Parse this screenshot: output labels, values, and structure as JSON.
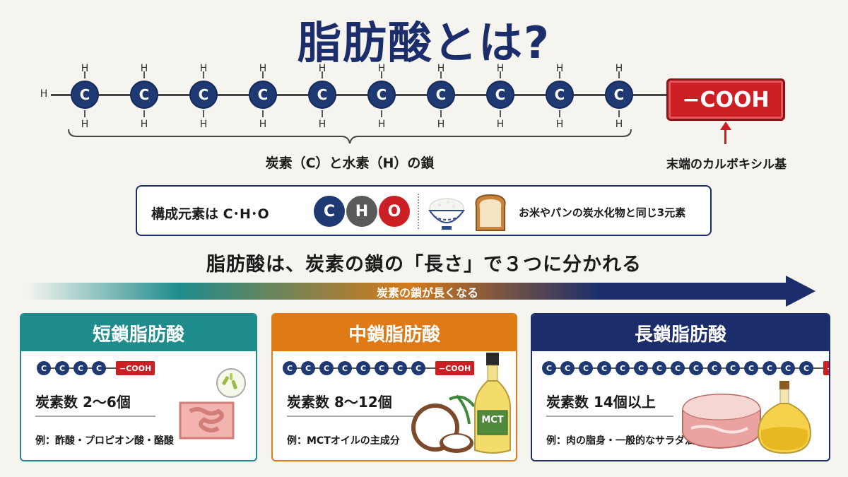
{
  "title": "脂肪酸とは?",
  "molecule": {
    "atom_label": "C",
    "hydrogen_label": "H",
    "carbon_count": 10,
    "terminal_group": "−COOH",
    "terminal_caption": "末端のカルボキシル基",
    "chain_caption": "炭素（C）と水素（H）の鎖"
  },
  "elements": {
    "label": "構成元素は C･H･O",
    "items": [
      {
        "symbol": "C",
        "color": "#1f3a73"
      },
      {
        "symbol": "H",
        "color": "#5a5a5a"
      },
      {
        "symbol": "O",
        "color": "#cc1f24"
      }
    ],
    "note": "お米やパンの炭水化物と同じ3元素"
  },
  "subheading": "脂肪酸は、炭素の鎖の「長さ」で３つに分かれる",
  "arrow_label": "炭素の鎖が長くなる",
  "cards": [
    {
      "title": "短鎖脂肪酸",
      "carbon_label": "C",
      "cooh": "−COOH",
      "chain_length": 4,
      "count": "炭素数  2〜6個",
      "example": "例：酢酸・プロピオン酸・酪酸",
      "color": "#1e8c8c"
    },
    {
      "title": "中鎖脂肪酸",
      "carbon_label": "C",
      "cooh": "−COOH",
      "chain_length": 8,
      "count": "炭素数  8〜12個",
      "example": "例：MCTオイルの主成分",
      "color": "#e07a16"
    },
    {
      "title": "長鎖脂肪酸",
      "carbon_label": "C",
      "cooh": "−COOH",
      "chain_length": 15,
      "count": "炭素数  14個以上",
      "example": "例：肉の脂身・一般的なサラダ油",
      "color": "#1b2e6b"
    }
  ],
  "bottle_label": "MCT"
}
